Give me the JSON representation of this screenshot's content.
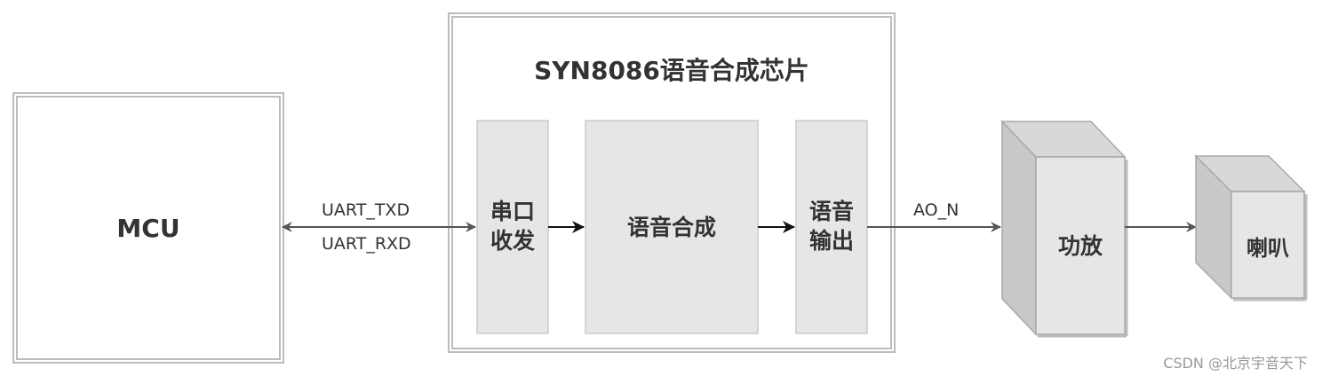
{
  "mcu": {
    "label": "MCU"
  },
  "chip": {
    "title": "SYN8086语音合成芯片",
    "blocks": {
      "uart": {
        "line1": "串口",
        "line2": "收发"
      },
      "synthesis": {
        "label": "语音合成"
      },
      "output": {
        "line1": "语音",
        "line2": "输出"
      }
    }
  },
  "signals": {
    "tx": "UART_TXD",
    "rx": "UART_RXD",
    "ao": "AO_N"
  },
  "amplifier": {
    "label": "功放"
  },
  "speaker": {
    "label": "喇叭"
  },
  "watermark": "CSDN @北京宇音天下",
  "colors": {
    "block_fill": "#e6e6e6",
    "block_stroke": "#cccccc",
    "frame_stroke": "#bcbcbc",
    "arrow": "#555555",
    "text": "#333333"
  }
}
